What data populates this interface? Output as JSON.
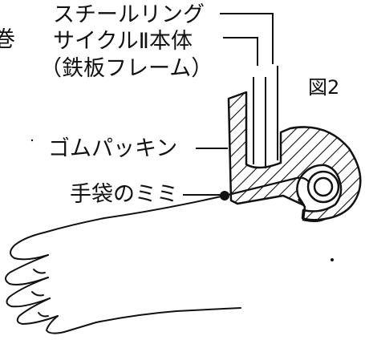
{
  "labels": {
    "steel_ring": "スチールリング",
    "body_line1": "サイクルⅡ本体",
    "body_line2": "（鉄板フレーム）",
    "rubber_packing": "ゴムパッキン",
    "glove_cuff": "手袋のミミ",
    "partial_edge_char": "巻"
  },
  "figure_number": "図2",
  "colors": {
    "ink": "#111111",
    "paper": "#ffffff"
  }
}
